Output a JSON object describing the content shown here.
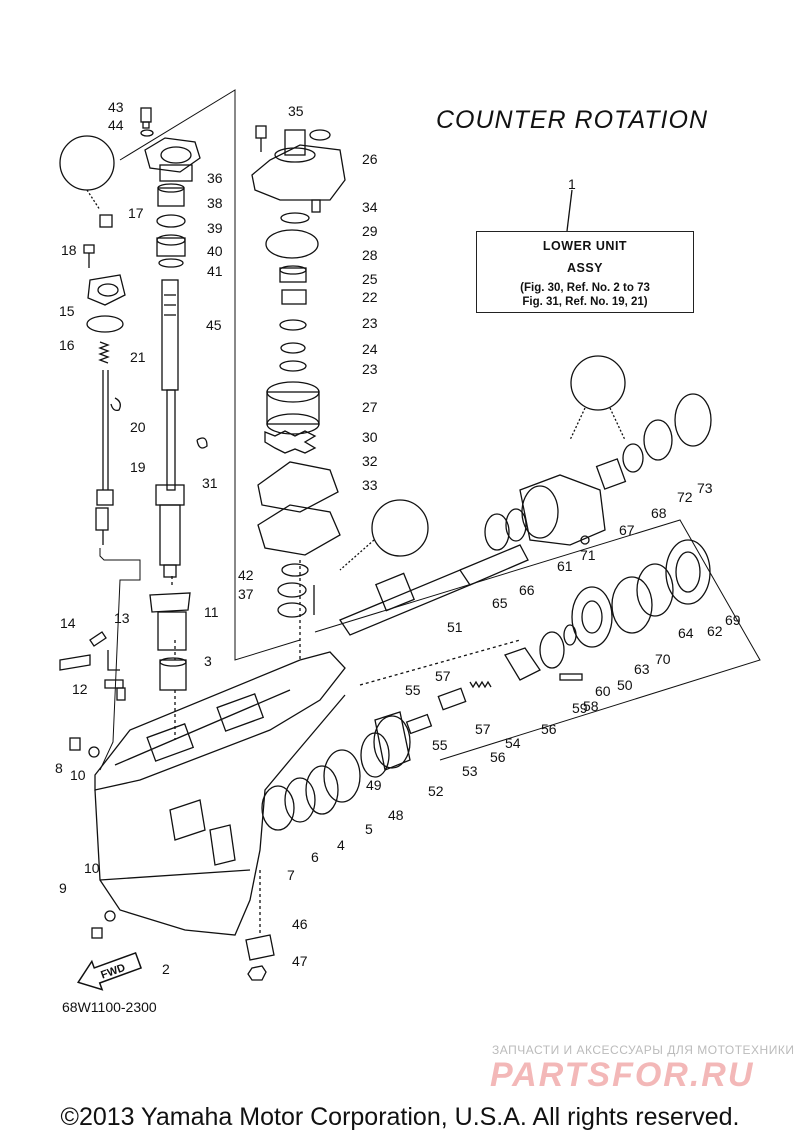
{
  "title": "COUNTER ROTATION",
  "assy": {
    "ref": "1",
    "line1": "LOWER UNIT",
    "line2": "ASSY",
    "line3": "(Fig. 30, Ref. No. 2 to 73",
    "line4": "Fig. 31, Ref. No. 19, 21)"
  },
  "figure_code": "68W1100-2300",
  "fwd_label": "FWD",
  "copyright": "©2013 Yamaha Motor Corporation, U.S.A. All rights reserved.",
  "watermark": {
    "subtitle": "ЗАПЧАСТИ И АКСЕССУАРЫ ДЛЯ МОТОТЕХНИКИ",
    "logo": "PARTSFOR.RU"
  },
  "callouts": [
    "43",
    "44",
    "36",
    "38",
    "39",
    "40",
    "41",
    "45",
    "17",
    "18",
    "15",
    "16",
    "21",
    "20",
    "19",
    "31",
    "35",
    "26",
    "34",
    "29",
    "28",
    "25",
    "22",
    "23",
    "24",
    "23",
    "27",
    "30",
    "32",
    "33",
    "42",
    "37",
    "11",
    "3",
    "14",
    "13",
    "12",
    "8",
    "10",
    "10",
    "9",
    "2",
    "46",
    "47",
    "7",
    "6",
    "4",
    "5",
    "49",
    "48",
    "52",
    "53",
    "55",
    "55",
    "57",
    "57",
    "54",
    "56",
    "56",
    "59",
    "58",
    "60",
    "50",
    "63",
    "70",
    "64",
    "62",
    "69",
    "51",
    "65",
    "66",
    "61",
    "71",
    "67",
    "68",
    "72",
    "73",
    "1"
  ],
  "icon_names": [
    "lock-icon",
    "grease-icon",
    "fwd-arrow-icon"
  ]
}
